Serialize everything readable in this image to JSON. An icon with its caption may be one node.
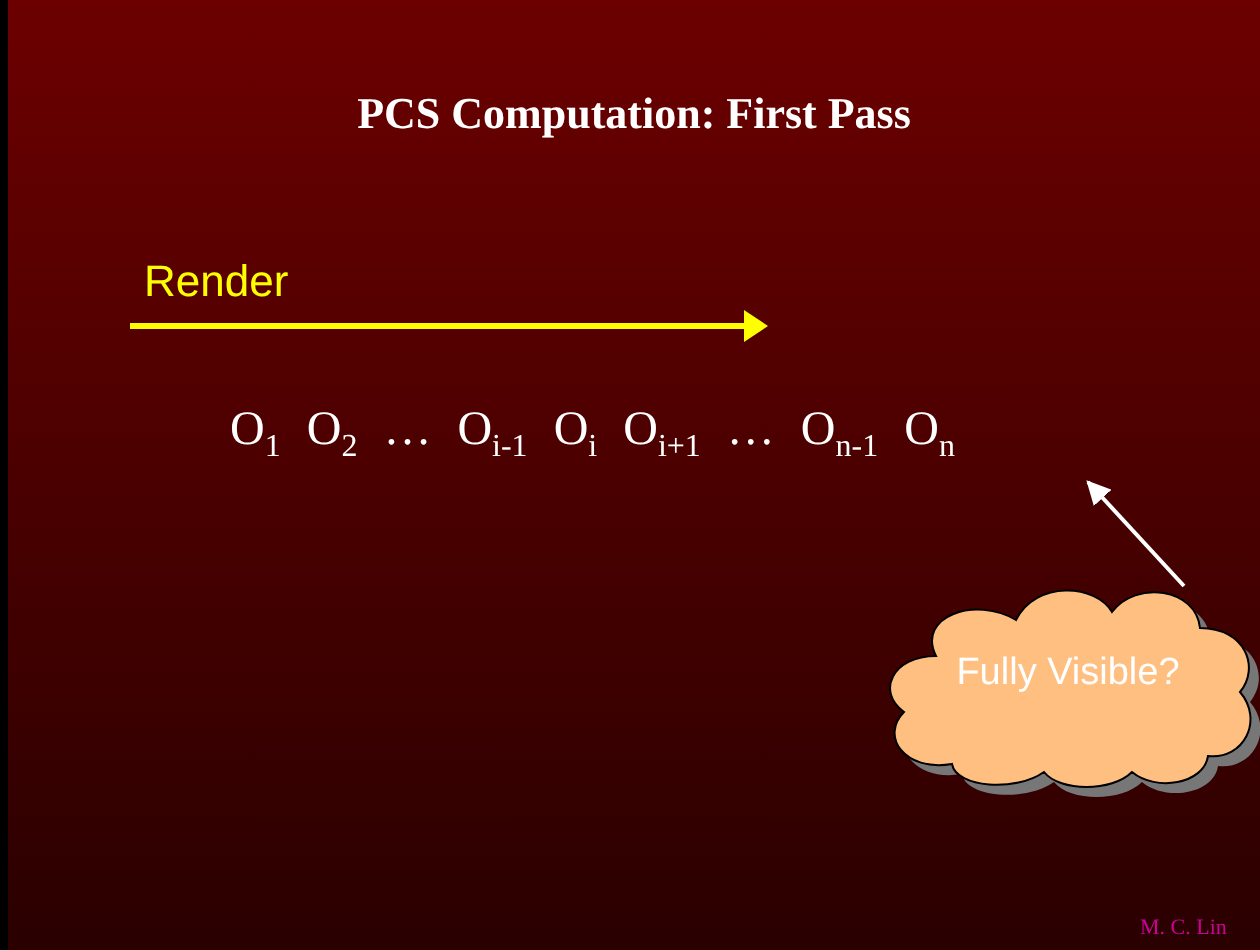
{
  "diagram": {
    "title": "PCS Computation: First Pass",
    "nodes": [
      {
        "text": [
          "O$_{1}$ O$_{2}$ … O$_{i-1}$ O$_{i}$ O$_{i+1}$ … O$_{n-1}$ O$_{n}$"
        ]
      },
      {
        "text": [
          "Fully Visible?"
        ]
      }
    ],
    "edges": [
      {
        "from": 1,
        "to": 0,
        "arrow": "to"
      }
    ],
    "labels": [
      "Render",
      "M. C. Lin"
    ]
  }
}
